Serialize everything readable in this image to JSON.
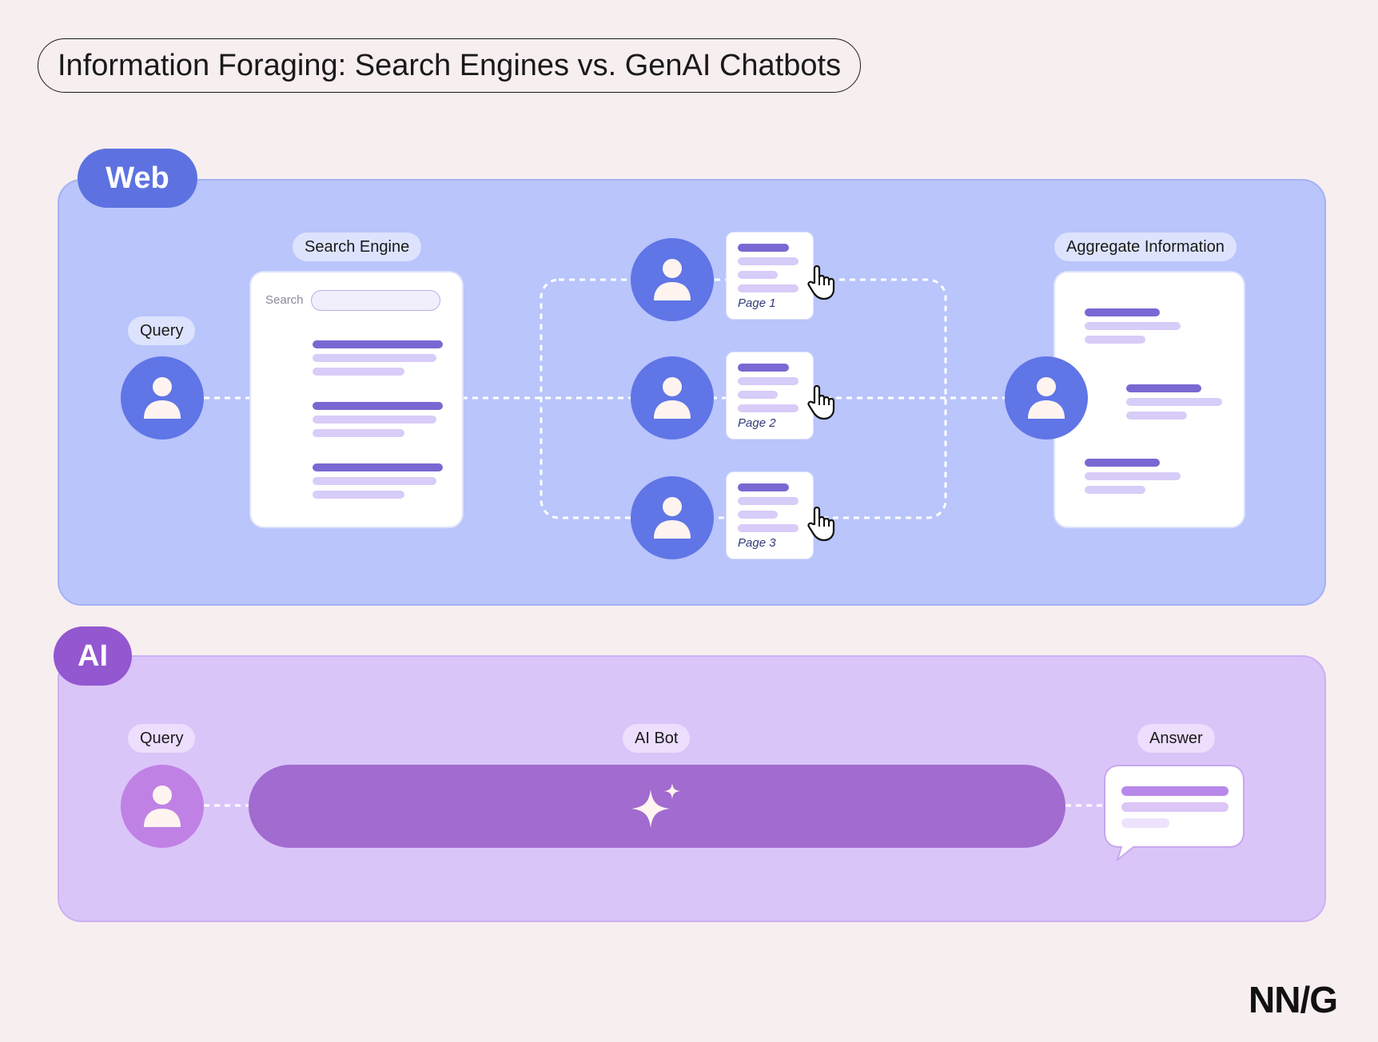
{
  "title": "Information Foraging: Search Engines vs. GenAI Chatbots",
  "web": {
    "tab": "Web",
    "query_label": "Query",
    "search_engine_label": "Search Engine",
    "search_field_label": "Search",
    "pages": [
      {
        "label": "Page 1"
      },
      {
        "label": "Page 2"
      },
      {
        "label": "Page 3"
      }
    ],
    "aggregate_label": "Aggregate Information"
  },
  "ai": {
    "tab": "AI",
    "query_label": "Query",
    "bot_label": "AI Bot",
    "answer_label": "Answer"
  },
  "logo": "NN/G",
  "colors": {
    "background": "#f7eeef",
    "web_panel": "#b9c5fb",
    "web_accent": "#5d72e0",
    "ai_panel": "#dac5f9",
    "ai_accent": "#9357cf",
    "ai_bot_bar": "#a26bcf"
  },
  "icons": {
    "user": "user-icon",
    "pointer": "hand-pointer-icon",
    "sparkle": "sparkle-icon"
  }
}
